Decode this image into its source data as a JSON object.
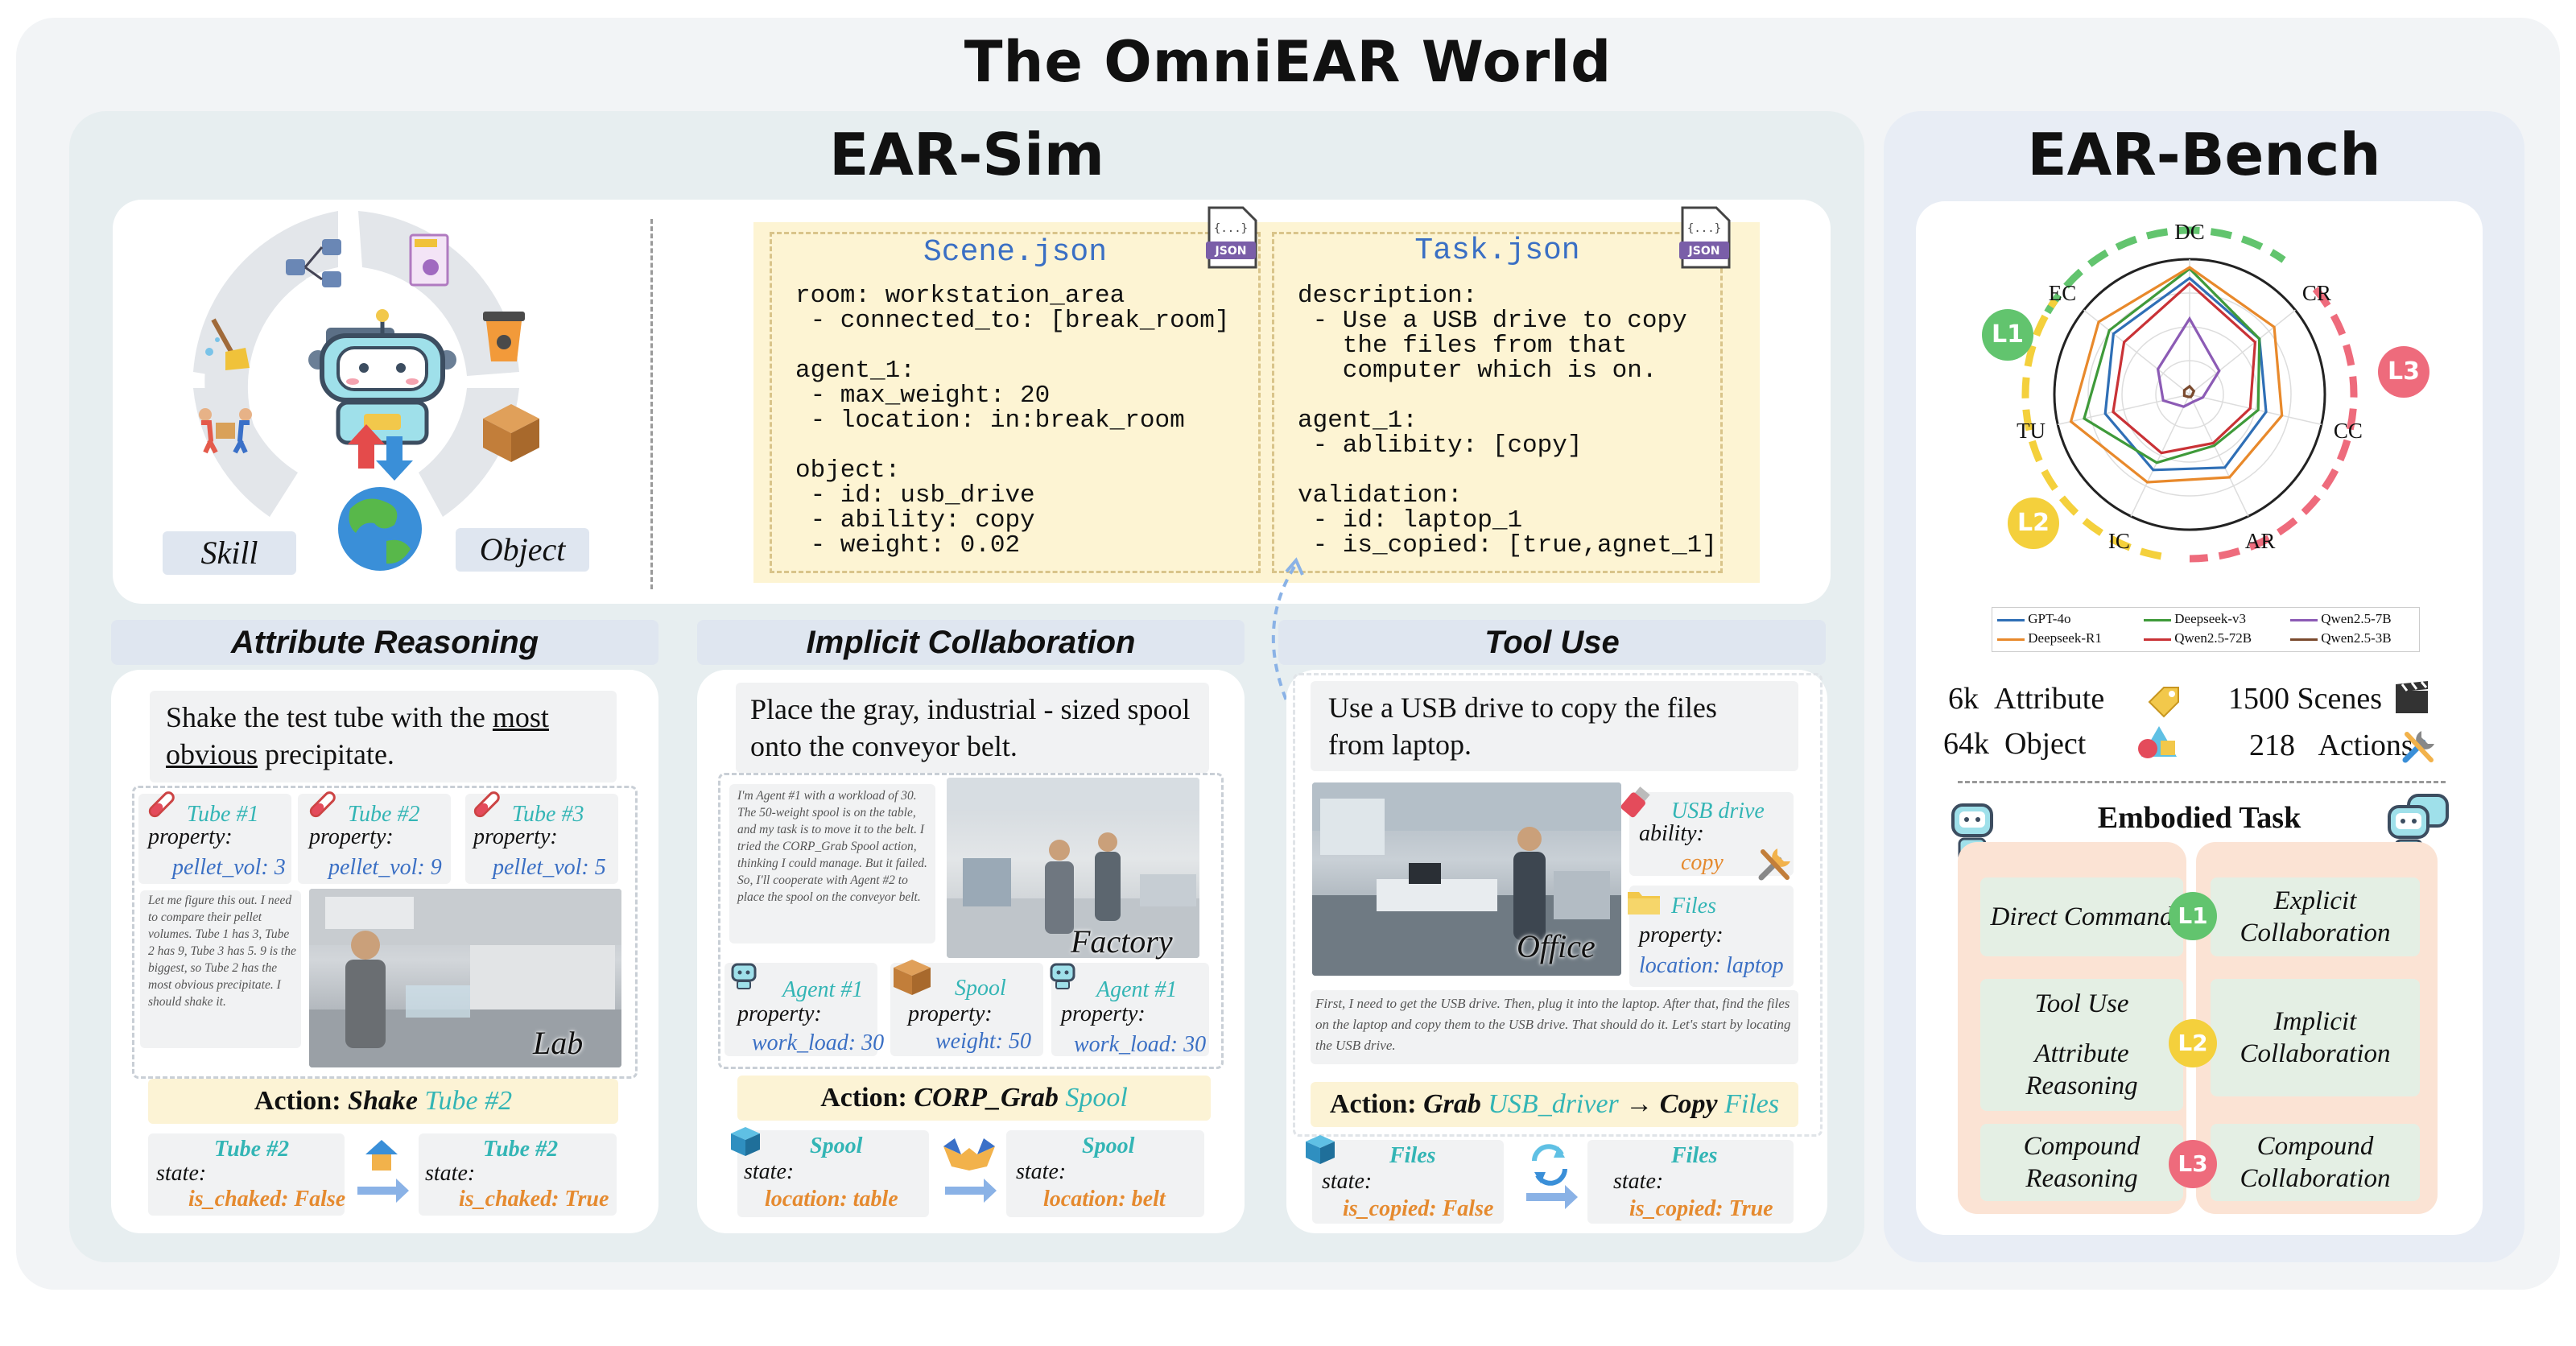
{
  "title": "The OmniEAR World",
  "ear_sim": {
    "title": "EAR-Sim",
    "skill_label": "Skill",
    "object_label": "Object",
    "scene_json": {
      "title": "Scene.json",
      "badge": "JSON",
      "lines": "room: workstation_area\n - connected_to: [break_room]\n\nagent_1:\n - max_weight: 20\n - location: in:break_room\n\nobject:\n - id: usb_drive\n - ability: copy\n - weight: 0.02"
    },
    "task_json": {
      "title": "Task.json",
      "badge": "JSON",
      "lines": "description:\n - Use a USB drive to copy\n   the files from that\n   computer which is on.\n\nagent_1:\n - ablibity: [copy]\n\nvalidation:\n - id: laptop_1\n - is_copied: [true,agnet_1]"
    },
    "attribute": {
      "header": "Attribute Reasoning",
      "instruction_a": "Shake the test tube with the ",
      "instruction_u": "most obvious",
      "instruction_b": " precipitate.",
      "tubes": [
        {
          "name": "Tube #1",
          "prop": "property:",
          "val": "pellet_vol: 3"
        },
        {
          "name": "Tube #2",
          "prop": "property:",
          "val": "pellet_vol: 9"
        },
        {
          "name": "Tube #3",
          "prop": "property:",
          "val": "pellet_vol: 5"
        }
      ],
      "thought": "Let me figure this out. I need to compare their pellet volumes. Tube 1 has 3, Tube 2 has 9, Tube 3 has 5. 9 is the biggest, so Tube 2 has the most obvious precipitate. I should shake it.",
      "scene_label": "Lab",
      "action_prefix": "Action: ",
      "action_verb": "Shake",
      "action_obj": "Tube #2",
      "before": {
        "name": "Tube #2",
        "state": "state:",
        "val": "is_chaked: False"
      },
      "after": {
        "name": "Tube #2",
        "state": "state:",
        "val": "is_chaked: True"
      }
    },
    "implicit": {
      "header": "Implicit Collaboration",
      "instruction": "Place the gray, industrial - sized spool onto the conveyor belt.",
      "thought": "I'm Agent #1 with a workload of 30. The 50-weight spool is on the table, and my task is to move it to the belt. I tried the CORP_Grab Spool action, thinking I could manage. But it failed. So, I'll cooperate with Agent #2 to place the spool on the conveyor belt.",
      "scene_label": "Factory",
      "entities": [
        {
          "name": "Agent #1",
          "prop": "property:",
          "val": "work_load: 30"
        },
        {
          "name": "Spool",
          "prop": "property:",
          "val": "weight: 50"
        },
        {
          "name": "Agent #1",
          "prop": "property:",
          "val": "work_load: 30"
        }
      ],
      "action_prefix": "Action: ",
      "action_verb": "CORP_Grab",
      "action_obj": "Spool",
      "before": {
        "name": "Spool",
        "state": "state:",
        "val": "location: table"
      },
      "after": {
        "name": "Spool",
        "state": "state:",
        "val": "location: belt"
      }
    },
    "tool": {
      "header": "Tool Use",
      "instruction": "Use a USB drive to copy the files from laptop.",
      "scene_label": "Office",
      "usb": {
        "name": "USB drive",
        "prop": "ability:",
        "val": "copy"
      },
      "files": {
        "name": "Files",
        "prop": "property:",
        "val": "location: laptop"
      },
      "thought": "First, I need to get the USB drive. Then, plug it into the laptop. After that, find the files on the laptop and copy them to the USB drive. That should do it. Let's start by locating the USB drive.",
      "action_prefix": "Action: ",
      "action_verb1": "Grab",
      "action_obj1": "USB_driver",
      "arrow": " → ",
      "action_verb2": "Copy",
      "action_obj2": "Files",
      "before": {
        "name": "Files",
        "state": "state:",
        "val": "is_copied: False"
      },
      "after": {
        "name": "Files",
        "state": "state:",
        "val": "is_copied: True"
      }
    }
  },
  "ear_bench": {
    "title": "EAR-Bench",
    "levels": {
      "l1": "L1",
      "l2": "L2",
      "l3": "L3"
    },
    "stats": [
      {
        "num": "6k",
        "label": "Attribute"
      },
      {
        "num": "1500",
        "label": "Scenes"
      },
      {
        "num": "64k",
        "label": "Object"
      },
      {
        "num": "218",
        "label": "Actions"
      }
    ],
    "embodied_title": "Embodied Task",
    "tasks": {
      "direct": "Direct Command",
      "explicit": "Explicit Collaboration",
      "tool": "Tool Use",
      "attribute": "Attribute Reasoning",
      "implicit": "Implicit Collaboration",
      "compound_r": "Compound Reasoning",
      "compound_c": "Compound Collaboration"
    },
    "colors": {
      "l1": "#62c46e",
      "l2": "#f4d03c",
      "l3": "#ee6b7c"
    }
  },
  "chart_data": {
    "type": "radar",
    "axes": [
      "DC",
      "CR",
      "CC",
      "AR",
      "IC",
      "TU",
      "EC"
    ],
    "range": [
      0,
      1
    ],
    "series": [
      {
        "name": "GPT-4o",
        "color": "#2f6fb6",
        "values": [
          0.86,
          0.66,
          0.58,
          0.6,
          0.62,
          0.64,
          0.72
        ]
      },
      {
        "name": "Deepseek-v3",
        "color": "#3f9a3a",
        "values": [
          0.93,
          0.66,
          0.52,
          0.42,
          0.56,
          0.8,
          0.76
        ]
      },
      {
        "name": "Qwen2.5-7B",
        "color": "#8c5bb5",
        "values": [
          0.56,
          0.28,
          0.1,
          0.06,
          0.1,
          0.2,
          0.3
        ]
      },
      {
        "name": "Deepseek-R1",
        "color": "#e8892b",
        "values": [
          0.94,
          0.8,
          0.7,
          0.68,
          0.72,
          0.9,
          0.86
        ]
      },
      {
        "name": "Qwen2.5-72B",
        "color": "#c93236",
        "values": [
          0.82,
          0.62,
          0.46,
          0.4,
          0.48,
          0.58,
          0.62
        ]
      },
      {
        "name": "Qwen2.5-3B",
        "color": "#7a4a2e",
        "values": [
          0.06,
          0.04,
          0.02,
          0.02,
          0.02,
          0.04,
          0.05
        ]
      }
    ]
  }
}
